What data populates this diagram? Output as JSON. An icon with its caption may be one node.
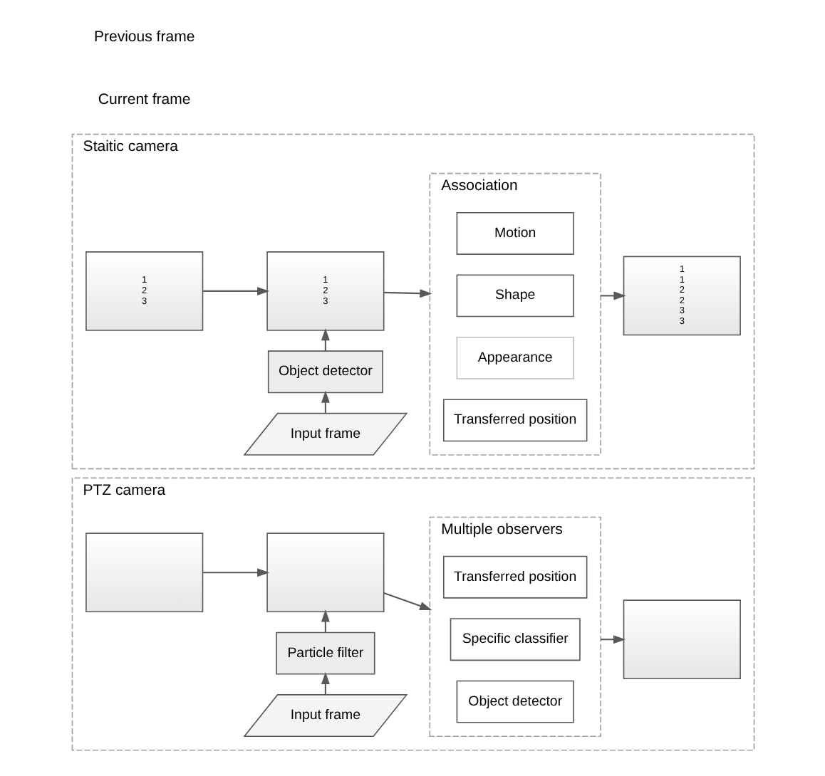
{
  "diagram": {
    "nodes": [
      {
        "text": [
          "PTZ camera"
        ]
      },
      {
        "text": [
          "Input frame"
        ],
        "in": 0
      },
      {
        "text": [
          "Particle filter"
        ],
        "in": 0
      },
      {
        "text": [],
        "shape": "picture",
        "in": 0
      },
      {
        "text": [],
        "shape": "picture",
        "in": 0
      },
      {
        "text": [
          "Multiple observers"
        ],
        "in": 0
      },
      {
        "text": [
          "Object detector"
        ],
        "in": 5
      },
      {
        "text": [
          "Specific classifier"
        ],
        "in": 5
      },
      {
        "text": [
          "Transferred position"
        ],
        "in": 5
      },
      {
        "text": [],
        "shape": "picture",
        "in": 0
      },
      {
        "text": [
          "Staitic camera"
        ]
      },
      {
        "text": [
          "Input frame"
        ],
        "in": 10
      },
      {
        "text": [
          "Object detector"
        ],
        "in": 10
      },
      {
        "text": [
          "1",
          "2",
          "3"
        ],
        "in": 10
      },
      {
        "text": [
          "1",
          "2",
          "3"
        ],
        "in": 10
      },
      {
        "text": [
          "Association"
        ],
        "in": 10
      },
      {
        "text": [
          "Transferred position"
        ],
        "in": 15
      },
      {
        "text": [
          "Appearance"
        ],
        "in": 15
      },
      {
        "text": [
          "Shape"
        ],
        "in": 15
      },
      {
        "text": [
          "Motion"
        ],
        "in": 15
      },
      {
        "text": [
          "1",
          "1",
          "2",
          "2",
          "3",
          "3"
        ],
        "in": 10
      }
    ],
    "edges": [
      {
        "from": 1,
        "to": 2,
        "arrow": "to"
      },
      {
        "from": 2,
        "to": 4,
        "arrow": "to"
      },
      {
        "from": 3,
        "to": 4,
        "arrow": "to"
      },
      {
        "from": 4,
        "to": 5,
        "arrow": "to"
      },
      {
        "from": 5,
        "to": 9,
        "arrow": "to"
      },
      {
        "from": 11,
        "to": 12,
        "arrow": "to"
      },
      {
        "from": 12,
        "to": 14,
        "arrow": "to"
      },
      {
        "from": 13,
        "to": 14,
        "arrow": "to"
      },
      {
        "from": 14,
        "to": 15,
        "arrow": "to"
      },
      {
        "from": 15,
        "to": 20,
        "arrow": "to"
      }
    ],
    "labels": [
      "Previous frame",
      "Current frame"
    ]
  }
}
